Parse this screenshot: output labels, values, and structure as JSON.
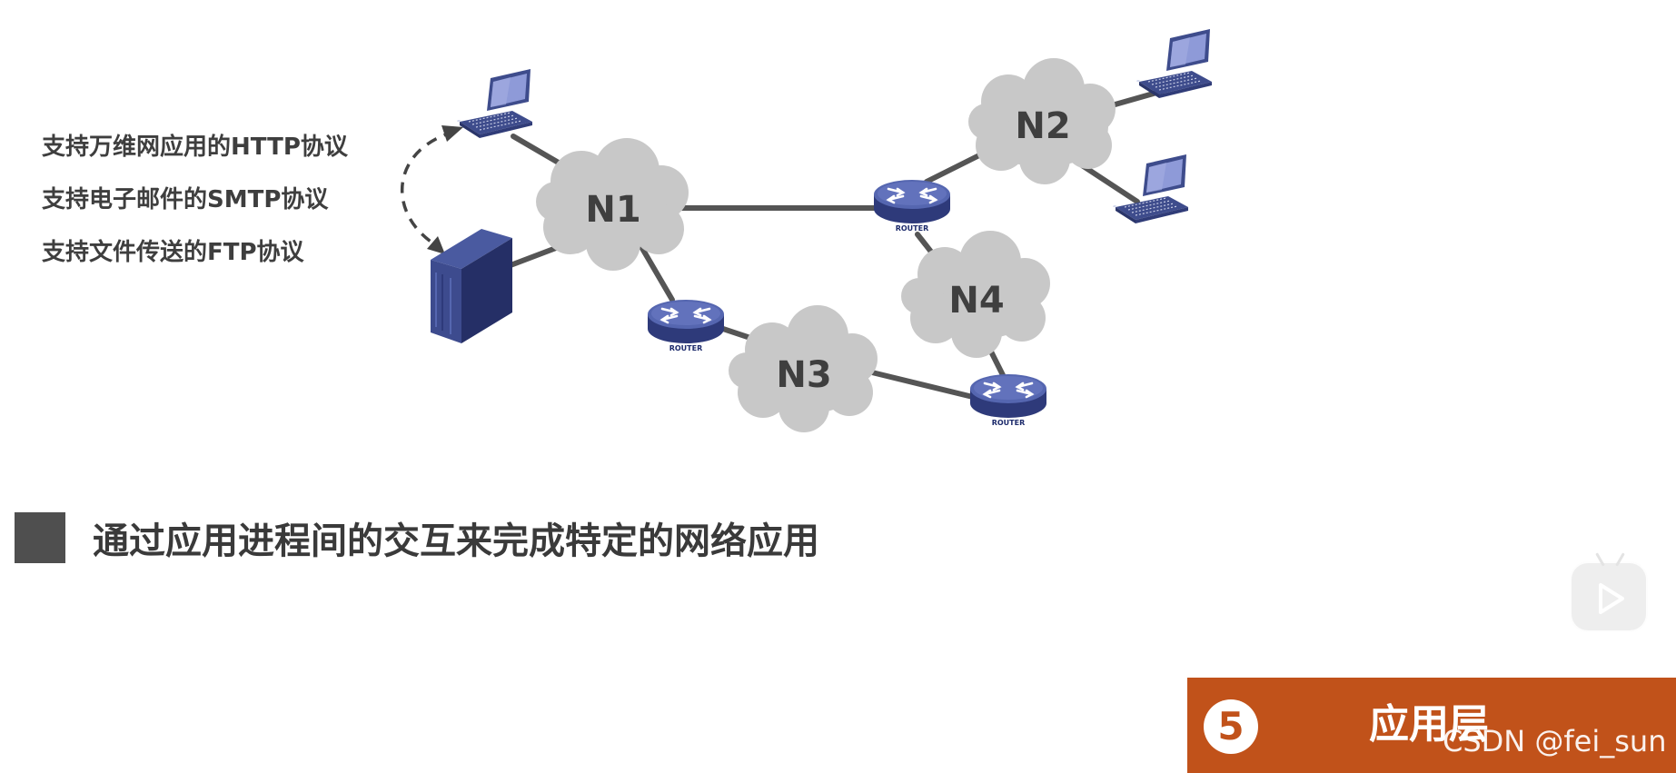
{
  "protocols": [
    "支持万维网应用的HTTP协议",
    "支持电子邮件的SMTP协议",
    "支持文件传送的FTP协议"
  ],
  "networks": {
    "n1": "N1",
    "n2": "N2",
    "n3": "N3",
    "n4": "N4"
  },
  "router_label": "ROUTER",
  "summary_text": "通过应用进程间的交互来完成特定的网络应用",
  "banner": {
    "number": "5",
    "title": "应用层"
  },
  "watermark": "CSDN @fei_sun",
  "colors": {
    "banner": "#c1521a",
    "cloud": "#c8c8c8",
    "device": "#4a5aa0",
    "link": "#555555"
  },
  "icons": [
    "laptop-icon",
    "server-icon",
    "router-icon",
    "cloud-icon",
    "play-icon"
  ]
}
